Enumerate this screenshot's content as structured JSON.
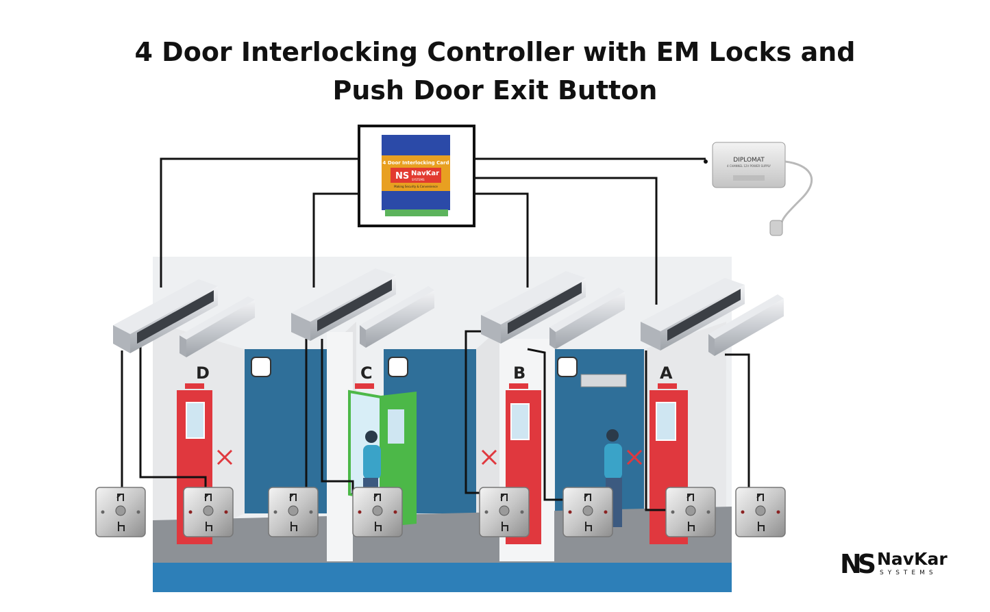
{
  "title": {
    "line1": "4 Door Interlocking Controller with EM Locks and",
    "line2": "Push Door Exit Button"
  },
  "controller": {
    "card_title": "4 Door Interlocking Card",
    "brand_mark": "NS",
    "brand_name": "NavKar",
    "brand_sub": "SYSTEMS",
    "tagline": "Making Security & Convenience"
  },
  "power_supply": {
    "brand": "DIPLOMAT",
    "model": "4 CHANNEL 12V POWER SUPPLY"
  },
  "doors": [
    {
      "label": "D",
      "state": "locked"
    },
    {
      "label": "C",
      "state": "open"
    },
    {
      "label": "B",
      "state": "locked"
    },
    {
      "label": "A",
      "state": "locked"
    }
  ],
  "logo": {
    "mark": "NS",
    "name": "NavKar",
    "sub": "SYSTEMS"
  },
  "colors": {
    "door_red": "#e0383e",
    "door_green": "#4cb848",
    "wall_blue": "#2f6f99",
    "floor_blue": "#2d7fb8",
    "wire": "#111111"
  }
}
